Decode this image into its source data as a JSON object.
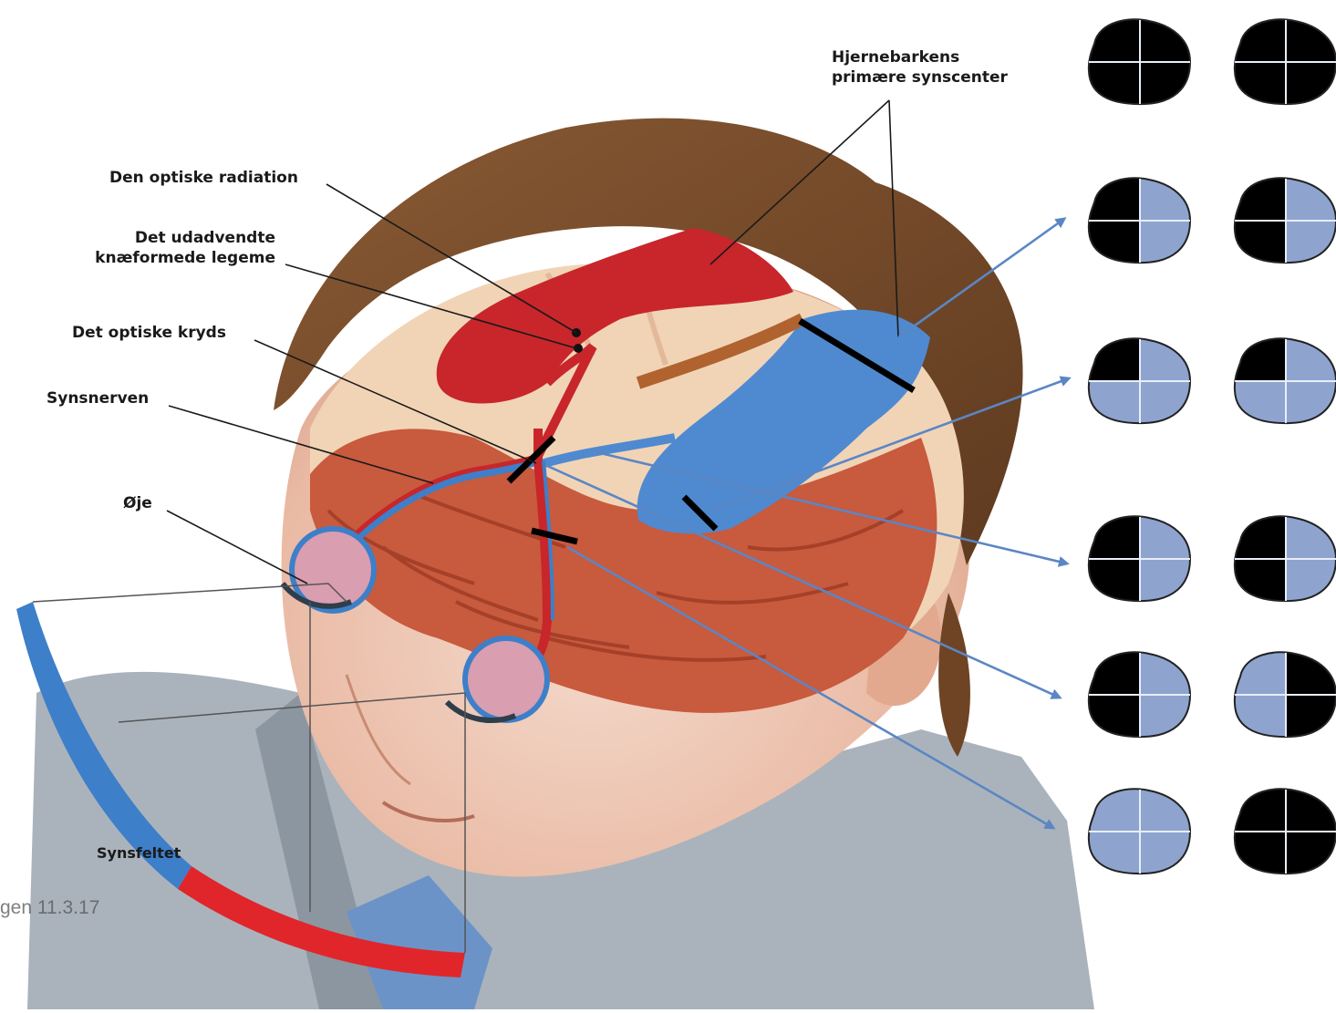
{
  "labels": {
    "cortex_line1": "Hjernebarkens",
    "cortex_line2": "primære synscenter",
    "radiation": "Den optiske radiation",
    "lgn_line1": "Det udadvendte",
    "lgn_line2": "knæformede legeme",
    "chiasm": "Det optiske kryds",
    "nerve": "Synsnerven",
    "eye": "Øje",
    "field": "Synsfeltet"
  },
  "footer": "gen 11.3.17",
  "colors": {
    "black_field": "#000000",
    "seen_field": "#8ea4cf",
    "arrow": "#5b86c4",
    "optic_red": "#c8262b",
    "optic_blue": "#3d7fc9"
  },
  "visual_fields": [
    {
      "row": 1,
      "left": "full-black",
      "right": "full-black"
    },
    {
      "row": 2,
      "left": "left-half-black",
      "right": "left-half-black"
    },
    {
      "row": 3,
      "left": "upper-left-quadrant-black",
      "right": "upper-left-quadrant-black"
    },
    {
      "row": 4,
      "left": "left-half-black",
      "right": "left-half-black"
    },
    {
      "row": 5,
      "left": "left-half-black",
      "right": "right-half-black"
    },
    {
      "row": 6,
      "left": "none-black",
      "right": "full-black"
    }
  ]
}
